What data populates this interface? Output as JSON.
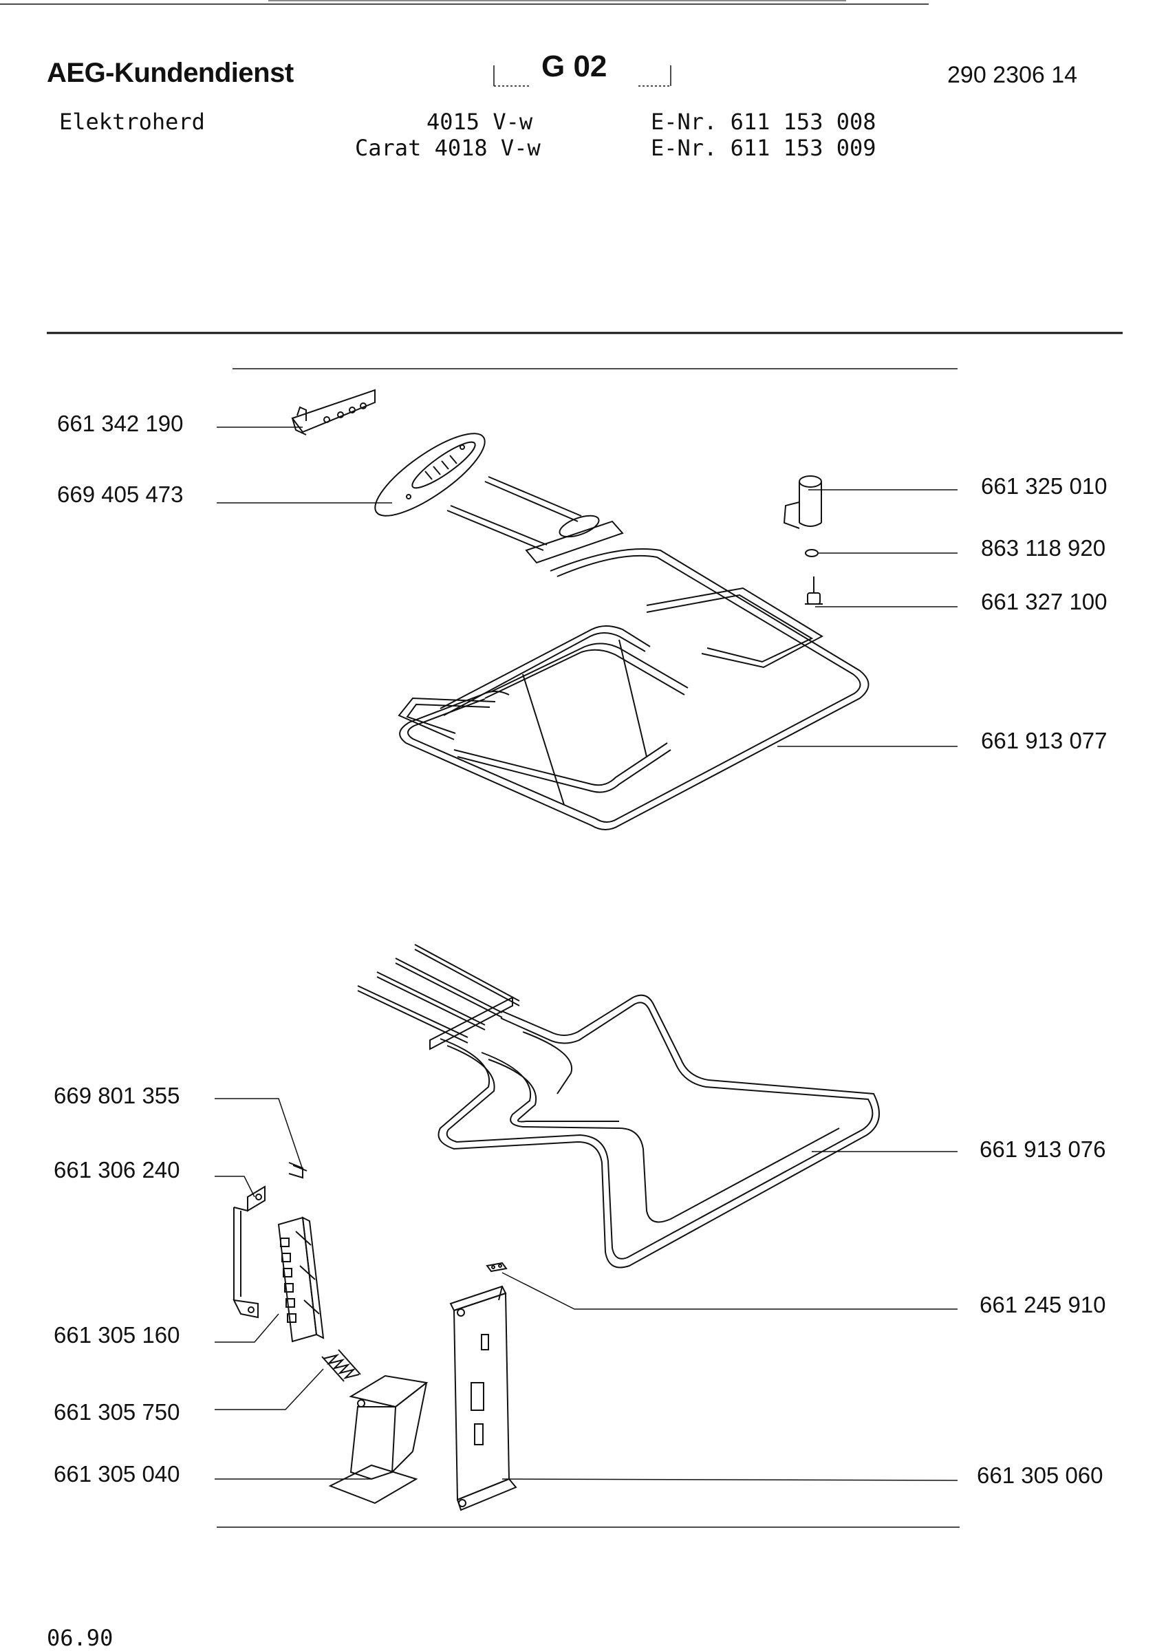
{
  "header": {
    "brand": "AEG-Kundendienst",
    "section_code": "G 02",
    "doc_number": "290 2306 14",
    "product_name": "Elektroherd",
    "models": [
      "4015 V-w",
      "Carat 4018 V-w"
    ],
    "e_numbers": [
      "E-Nr. 611 153 008",
      "E-Nr. 611 153 009"
    ]
  },
  "parts": {
    "p1": "661 342 190",
    "p2": "669 405 473",
    "p3": "661 325 010",
    "p4": "863 118 920",
    "p5": "661 327 100",
    "p6": "661 913 077",
    "p7": "669 801 355",
    "p8": "661 306 240",
    "p9": "661 913 076",
    "p10": "661 245 910",
    "p11": "661 305 160",
    "p12": "661 305 750",
    "p13": "661 305 040",
    "p14": "661 305 060"
  },
  "footer": {
    "date": "06.90"
  }
}
